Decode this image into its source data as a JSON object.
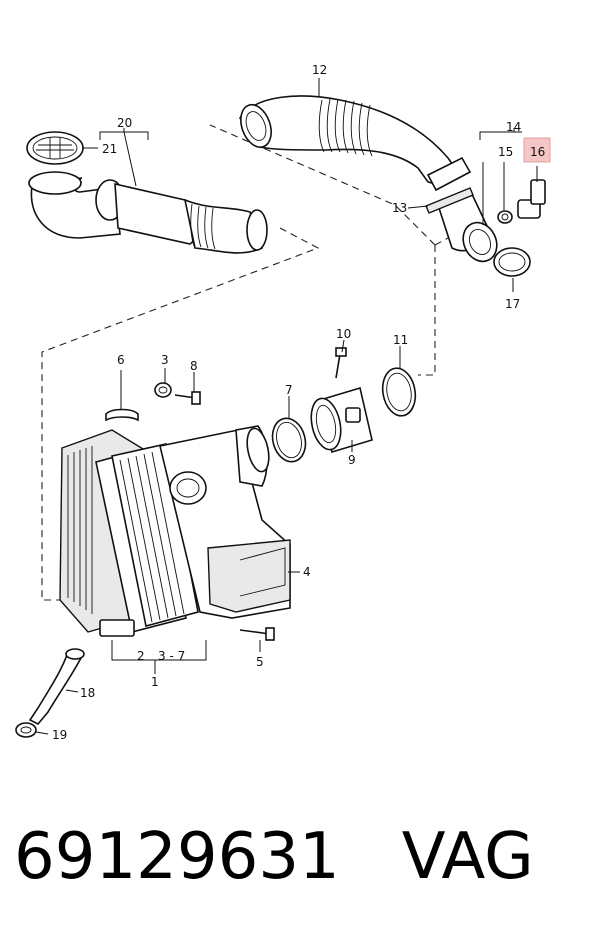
{
  "callouts": {
    "c1": "1",
    "c2": "2",
    "c3_7": "3 - 7",
    "c3": "3",
    "c4": "4",
    "c5": "5",
    "c6": "6",
    "c7": "7",
    "c8": "8",
    "c9": "9",
    "c10": "10",
    "c11": "11",
    "c12": "12",
    "c13": "13",
    "c14": "14",
    "c15": "15",
    "c16": "16",
    "c17": "17",
    "c18": "18",
    "c19": "19",
    "c20": "20",
    "c21": "21"
  },
  "highlight_color": "#f4c6c6",
  "footer": {
    "part_number": "69129631",
    "brand": "VAG"
  }
}
